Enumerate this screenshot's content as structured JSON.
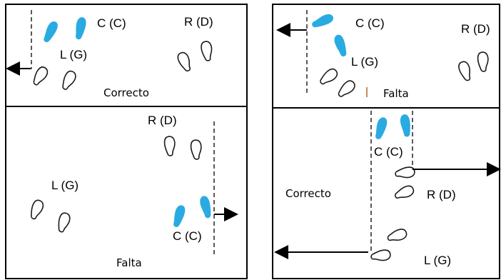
{
  "colors": {
    "foot_center": "#29ABE2",
    "outline": "#1a1a1a",
    "panel_border": "#000000",
    "background": "#ffffff",
    "marker_brown": "#b5651d"
  },
  "labels": {
    "c": "C (C)",
    "l": "L (G)",
    "r": "R (D)",
    "correcto": "Correcto",
    "falta": "Falta"
  },
  "panels": {
    "top_left": {
      "center": "C (C)",
      "left": "L (G)",
      "right": "R (D)",
      "verdict": "Correcto"
    },
    "top_right": {
      "center": "C (C)",
      "left": "L (G)",
      "right": "R (D)",
      "verdict": "Falta"
    },
    "bottom_left": {
      "right": "R (D)",
      "left": "L (G)",
      "center": "C (C)",
      "verdict": "Falta"
    },
    "bottom_right": {
      "center": "C (C)",
      "right": "R (D)",
      "left": "L (G)",
      "verdict": "Correcto"
    }
  }
}
